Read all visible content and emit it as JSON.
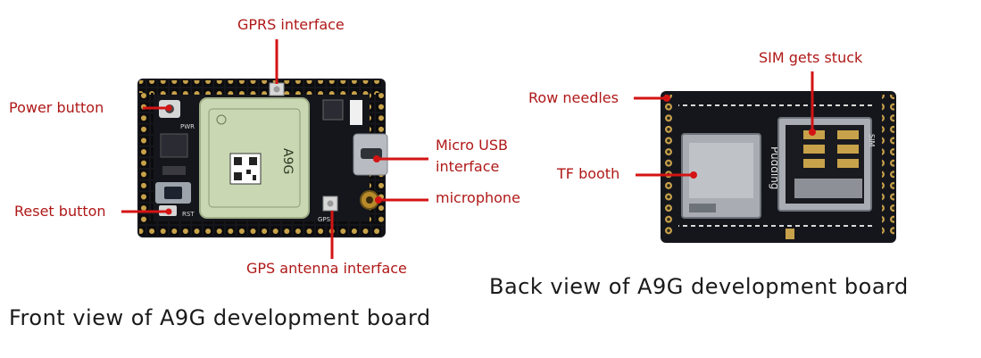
{
  "front": {
    "caption": "Front view of A9G development board",
    "labels": {
      "gprs": "GPRS interface",
      "power": "Power button",
      "reset": "Reset button",
      "usb_line1": "Micro USB",
      "usb_line2": "interface",
      "mic": "microphone",
      "gps": "GPS antenna interface"
    },
    "module_text": "A9G",
    "silk_rst": "RST",
    "silk_pwr": "PWR",
    "silk_gps": "GPS"
  },
  "back": {
    "caption": "Back view of A9G development board",
    "labels": {
      "sim": "SIM gets stuck",
      "row": "Row needles",
      "tf": "TF booth"
    },
    "silk_brand": "Pudding",
    "silk_sim": "SIM"
  },
  "colors": {
    "pcb": "#15161c",
    "label_red": "#b01818",
    "pointer_red": "#d41414",
    "pin_gold": "#c8a24a",
    "header_black": "#0c0c0e",
    "module_green": "#c9d7b3",
    "tray_silver": "#a9adb3"
  }
}
